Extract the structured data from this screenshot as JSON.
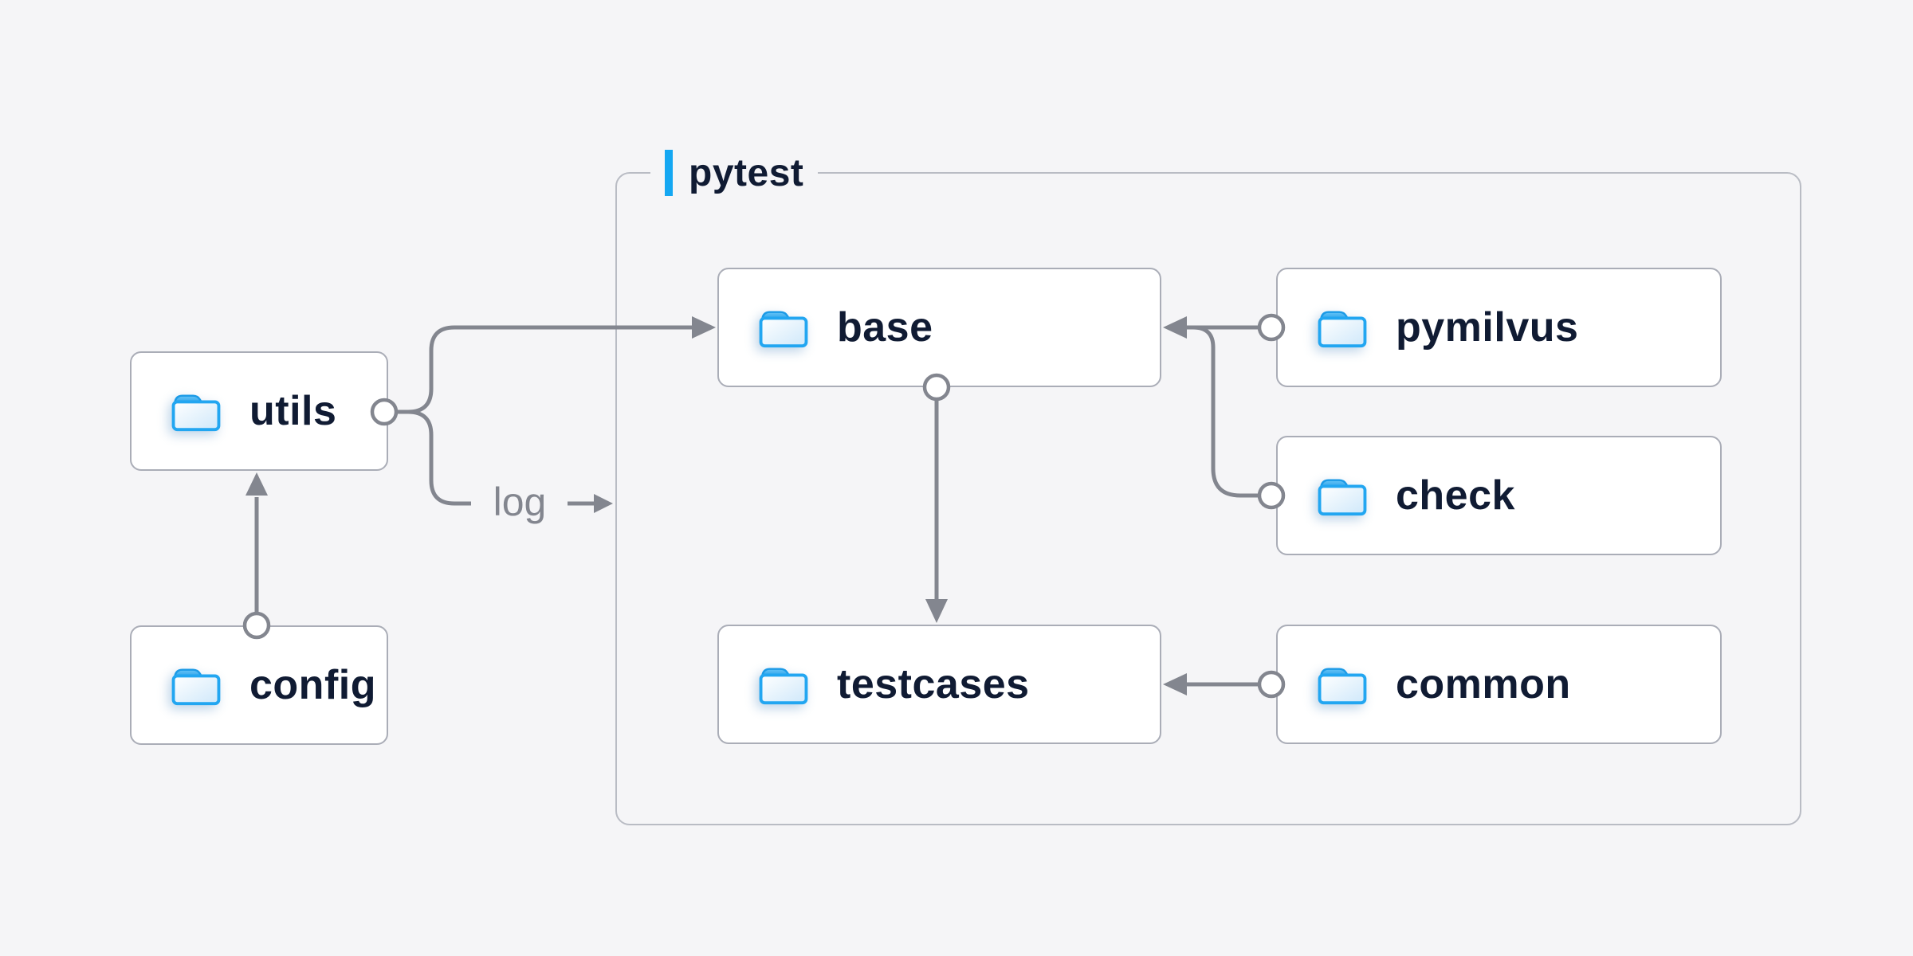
{
  "diagram": {
    "container": {
      "label": "pytest"
    },
    "nodes": [
      {
        "id": "utils",
        "label": "utils",
        "icon": "folder-icon"
      },
      {
        "id": "config",
        "label": "config",
        "icon": "folder-icon"
      },
      {
        "id": "base",
        "label": "base",
        "icon": "folder-icon"
      },
      {
        "id": "pymilvus",
        "label": "pymilvus",
        "icon": "folder-icon"
      },
      {
        "id": "check",
        "label": "check",
        "icon": "folder-icon"
      },
      {
        "id": "testcases",
        "label": "testcases",
        "icon": "folder-icon"
      },
      {
        "id": "common",
        "label": "common",
        "icon": "folder-icon"
      }
    ],
    "edges": [
      {
        "from": "config",
        "to": "utils",
        "style": "arrow"
      },
      {
        "from": "utils",
        "to": "base",
        "style": "arrow"
      },
      {
        "from": "utils",
        "to": "pytest-container",
        "style": "arrow",
        "label": "log"
      },
      {
        "from": "pymilvus",
        "to": "base",
        "style": "arrow"
      },
      {
        "from": "check",
        "to": "base",
        "style": "arrow"
      },
      {
        "from": "base",
        "to": "testcases",
        "style": "arrow"
      },
      {
        "from": "common",
        "to": "testcases",
        "style": "arrow"
      }
    ],
    "colors": {
      "background": "#f5f5f7",
      "node_background": "#ffffff",
      "node_border": "#aaadb7",
      "container_border": "#b9bcc4",
      "connector_gray": "#83868f",
      "node_text": "#101b33",
      "edge_label_text": "#83868f",
      "accent_blue": "#14a7f2",
      "folder_blue": "#22a6f1"
    }
  }
}
